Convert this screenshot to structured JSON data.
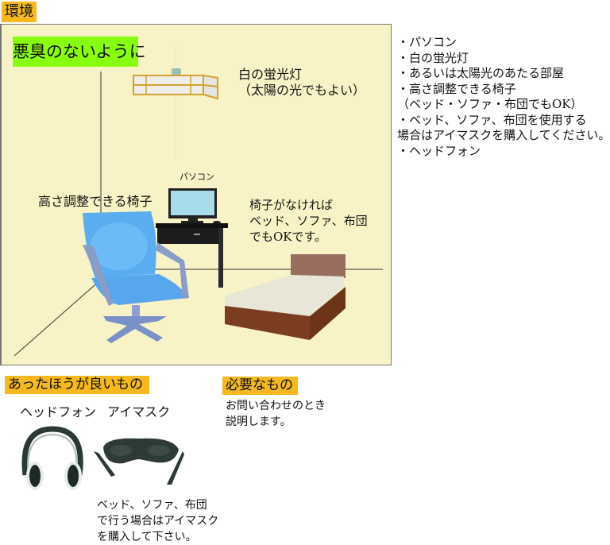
{
  "section_title": "環境",
  "room": {
    "banner": "悪臭のないように",
    "lamp_label": [
      "白の蛍光灯",
      "（太陽の光でもよい）"
    ],
    "pc_label": "パソコン",
    "chair_label": "高さ調整できる椅子",
    "bed_note": [
      "椅子がなければ",
      "ベッド、ソファ、布団",
      "でもOKです。"
    ]
  },
  "checklist": [
    "・パソコン",
    "・白の蛍光灯",
    "・あるいは太陽光のあたる部屋",
    "・高さ調整できる椅子",
    "（ベッド・ソファ・布団でもOK）",
    "・ベッド、ソファ、布団を使用する",
    "場合はアイマスクを購入してください。",
    "・ヘッドフォン"
  ],
  "nice_to_have": {
    "title": "あったほうが良いもの",
    "items": [
      "ヘッドフォン",
      "アイマスク"
    ],
    "note": [
      "ベッド、ソファ、布団",
      "で行う場合はアイマスク",
      "を購入して下さい。"
    ]
  },
  "required": {
    "title": "必要なもの",
    "text": [
      "お問い合わせのとき",
      "説明します。"
    ]
  },
  "colors": {
    "tag": "#f5b820",
    "banner": "#88ff10",
    "room_bg": "#f8f3c6"
  }
}
